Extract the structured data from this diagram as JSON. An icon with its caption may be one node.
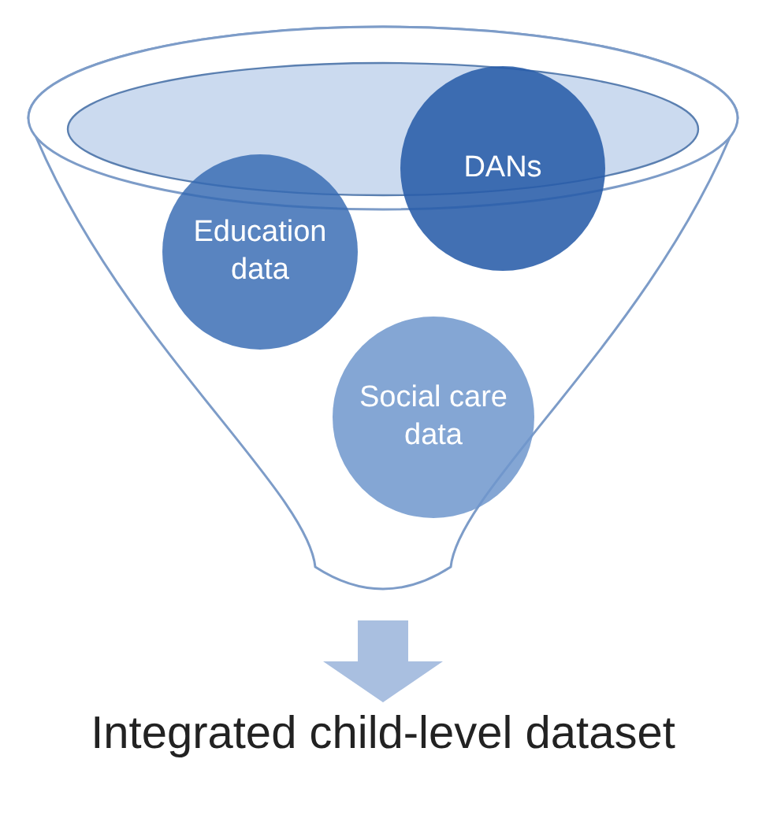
{
  "diagram": {
    "nodes": [
      {
        "text": [],
        "shape": "funnel"
      },
      {
        "text": [
          "Education data"
        ],
        "in": 0
      },
      {
        "text": [
          "DANs"
        ],
        "in": 0
      },
      {
        "text": [
          "Social care data"
        ],
        "in": 0
      },
      {
        "text": [
          "Integrated child-level dataset"
        ]
      }
    ],
    "edges": [
      {
        "from": 0,
        "to": 4,
        "arrow": "to",
        "style": "thick"
      }
    ]
  }
}
